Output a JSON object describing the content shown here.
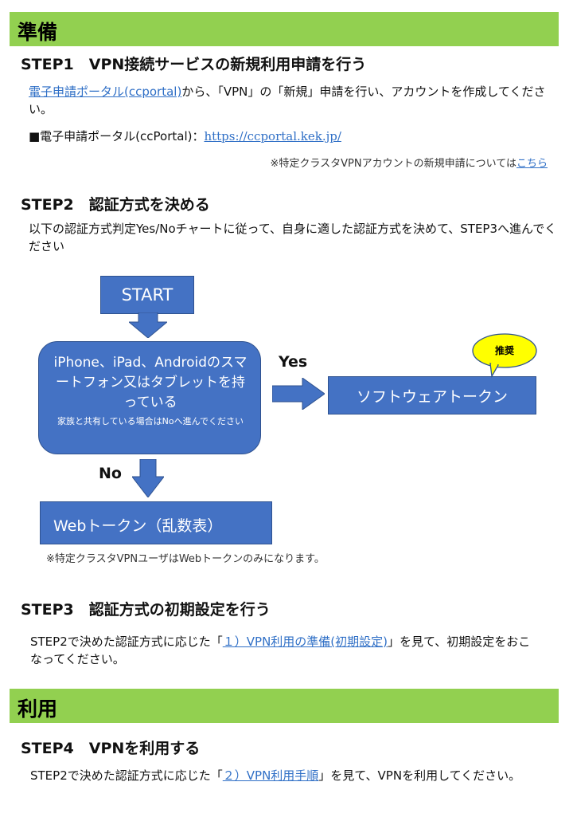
{
  "prep": {
    "band_title": "準備",
    "step1": {
      "heading": "STEP1　VPN接続サービスの新規利用申請を行う",
      "portal_link": "電子申請ポータル(ccportal)",
      "text_after": "から、「VPN」の「新規」申請を行い、アカウントを作成してください。",
      "portal_label": "■電子申請ポータル(ccPortal)：",
      "portal_url": "https://ccportal.kek.jp/",
      "note_prefix": "※特定クラスタVPNアカウントの新規申請については",
      "note_link": "こちら"
    },
    "step2": {
      "heading": "STEP2　認証方式を決める",
      "text": "以下の認証方式判定Yes/Noチャートに従って、自身に適した認証方式を決めて、STEP3へ進んでください"
    },
    "flow": {
      "start": "START",
      "question": "iPhone、iPad、Androidのスマートフォン又はタブレットを持っている",
      "question_note": "家族と共有している場合はNoへ進んでください",
      "yes_label": "Yes",
      "no_label": "No",
      "yes_result": "ソフトウェアトークン",
      "recommend": "推奨",
      "no_result": "Webトークン（乱数表）",
      "note": "※特定クラスタVPNユーザはWebトークンのみになります。"
    },
    "step3": {
      "heading": "STEP3　認証方式の初期設定を行う",
      "text_before": "STEP2で決めた認証方式に応じた「",
      "link": "１）VPN利用の準備(初期設定)",
      "text_after": "」を見て、初期設定をおこなってください。"
    }
  },
  "use": {
    "band_title": "利用",
    "step4": {
      "heading": "STEP4　VPNを利用する",
      "text_before": "STEP2で決めた認証方式に応じた「",
      "link": "２）VPN利用手順",
      "text_after": "」を見て、VPNを利用してください。"
    }
  },
  "colors": {
    "band_green": "#92d050",
    "box_blue": "#4472c4",
    "link_blue": "#2f6fc6",
    "badge_yellow": "#ffff00"
  }
}
